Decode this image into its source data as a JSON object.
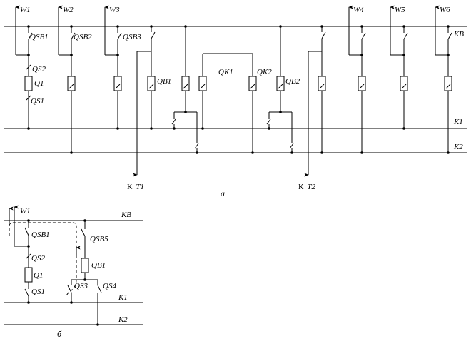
{
  "diagram_a": {
    "caption": "а",
    "buses": {
      "kb": "КВ",
      "k1": "К1",
      "k2": "К2"
    },
    "lines": {
      "w1": "W1",
      "w2": "W2",
      "w3": "W3",
      "w4": "W4",
      "w5": "W5",
      "w6": "W6"
    },
    "switches": {
      "qsb1": "QSB1",
      "qsb2": "QSB2",
      "qsb3": "QSB3",
      "qs2": "QS2",
      "q1": "Q1",
      "qs1": "QS1",
      "qb1": "QB1",
      "qk1": "QK1",
      "qk2": "QK2",
      "qb2": "QB2"
    },
    "outputs": {
      "t1_prefix": "К",
      "t1": "Т1",
      "t2_prefix": "К",
      "t2": "Т2"
    }
  },
  "diagram_b": {
    "caption": "б",
    "buses": {
      "kb": "КВ",
      "k1": "К1",
      "k2": "К2"
    },
    "lines": {
      "w1": "W1"
    },
    "switches": {
      "qsb1": "QSB1",
      "qs2": "QS2",
      "q1": "Q1",
      "qs1": "QS1",
      "qsb5": "QSB5",
      "qb1": "QB1",
      "qs3": "QS3",
      "qs4": "QS4"
    }
  }
}
